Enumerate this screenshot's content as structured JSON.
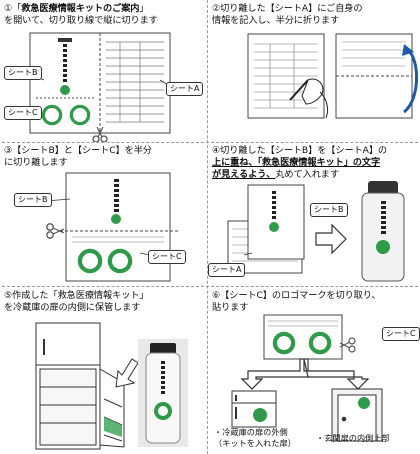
{
  "steps": [
    {
      "num": "①",
      "line1_a": "「",
      "line1_bold": "救急医療情報キットのご案内",
      "line1_b": "」",
      "line2": "を開いて、切り取り線で縦に切ります"
    },
    {
      "num": "②",
      "line1": "切り離した【シートA】にご自身の",
      "line2": "情報を記入し、半分に折ります"
    },
    {
      "num": "③",
      "line1": "【シートB】と【シートC】を半分",
      "line2": "に切り離します"
    },
    {
      "num": "④",
      "line1": "切り離した【シートB】を【シートA】の",
      "line2_bold": "上に重ね、「救急医療情報キット」の文字",
      "line3_bold": "が見えるよう、",
      "line3": "丸めて入れます"
    },
    {
      "num": "⑤",
      "line1": "作成した「救急医療情報キット」",
      "line2": "を冷蔵庫の扉の内側に保管します"
    },
    {
      "num": "⑥",
      "line1": "【シートC】のロゴマークを切り取り、",
      "line2": "貼ります"
    }
  ],
  "labels": {
    "sheet_a": "シートA",
    "sheet_b": "シートB",
    "sheet_c": "シートC"
  },
  "kit_vertical_text": "救急医療情報キット",
  "captions": {
    "fridge_outer_1": "・冷蔵庫の扉の外側",
    "fridge_outer_2": "（キットを入れた扉）",
    "entrance_inner": "・玄関扉の内側上部"
  }
}
